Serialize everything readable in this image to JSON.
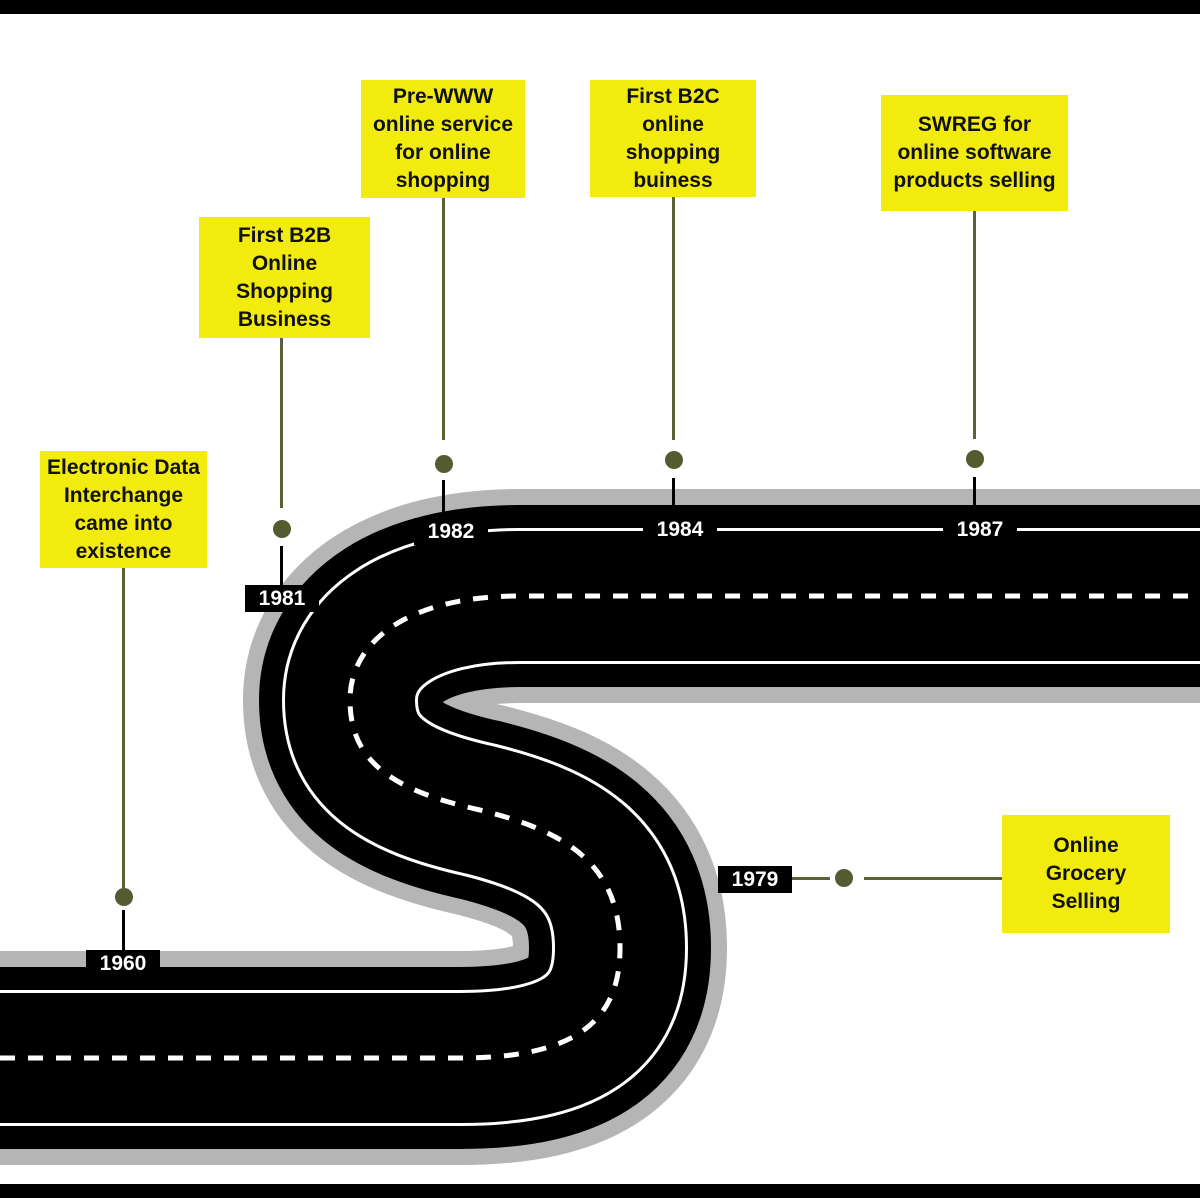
{
  "milestones": [
    {
      "id": "1960",
      "year": "1960",
      "lines": [
        "Electronic Data",
        "Interchange",
        "came into",
        "existence"
      ]
    },
    {
      "id": "1981",
      "year": "1981",
      "lines": [
        "First B2B",
        "Online",
        "Shopping",
        "Business"
      ]
    },
    {
      "id": "1982",
      "year": "1982",
      "lines": [
        "Pre-WWW",
        "online service",
        "for online",
        "shopping"
      ]
    },
    {
      "id": "1984",
      "year": "1984",
      "lines": [
        "First B2C",
        "online",
        "shopping",
        "buiness"
      ]
    },
    {
      "id": "1987",
      "year": "1987",
      "lines": [
        "SWREG for",
        "online software",
        "products selling"
      ]
    },
    {
      "id": "1979",
      "year": "1979",
      "lines": [
        "Online",
        "Grocery",
        "Selling"
      ]
    }
  ],
  "colors": {
    "card": "#f2eb0e",
    "connector": "#5b6236",
    "dot": "#545b30",
    "road": "#000000",
    "shoulder": "#b5b5b5",
    "lane": "#ffffff"
  }
}
